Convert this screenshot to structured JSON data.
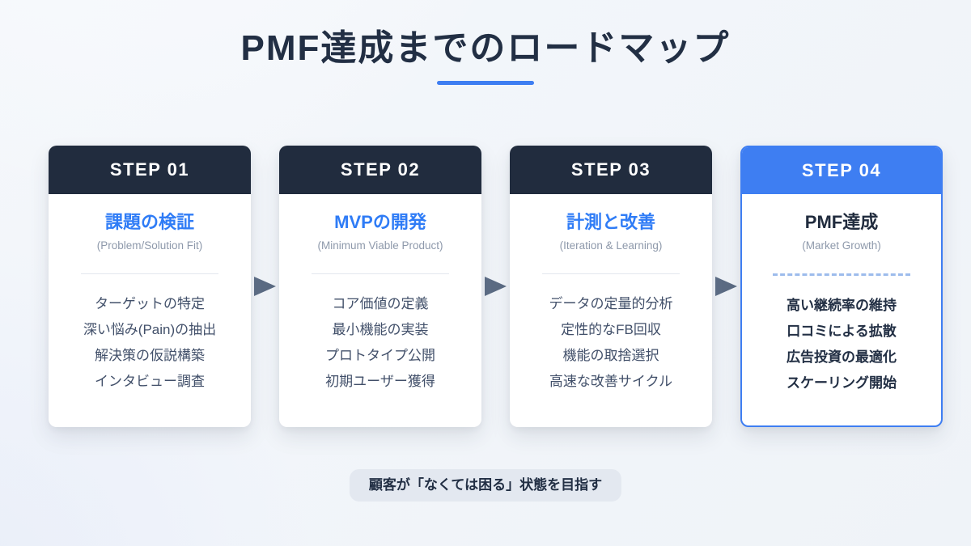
{
  "title": {
    "text": "PMF達成までのロードマップ"
  },
  "steps": [
    {
      "label": "STEP 01",
      "title": "課題の検証",
      "subtitle": "(Problem/Solution Fit)",
      "items": [
        "ターゲットの特定",
        "深い悩み(Pain)の抽出",
        "解決策の仮説構築",
        "インタビュー調査"
      ]
    },
    {
      "label": "STEP 02",
      "title": "MVPの開発",
      "subtitle": "(Minimum Viable Product)",
      "items": [
        "コア価値の定義",
        "最小機能の実装",
        "プロトタイプ公開",
        "初期ユーザー獲得"
      ]
    },
    {
      "label": "STEP 03",
      "title": "計測と改善",
      "subtitle": "(Iteration & Learning)",
      "items": [
        "データの定量的分析",
        "定性的なFB回収",
        "機能の取捨選択",
        "高速な改善サイクル"
      ]
    },
    {
      "label": "STEP 04",
      "title": "PMF達成",
      "subtitle": "(Market Growth)",
      "items": [
        "高い継続率の維持",
        "口コミによる拡散",
        "広告投資の最適化",
        "スケーリング開始"
      ],
      "highlight": true
    }
  ],
  "footer": {
    "note": "顧客が「なくては困る」状態を目指す"
  },
  "colors": {
    "accent_blue": "#3e7ef2",
    "title_blue_text": "#2f7cf6",
    "dark_navy": "#212c3e",
    "arrow_gray": "#5b6b83",
    "badge_bg": "#e3e8f0",
    "dashed_divider": "#9dbcec",
    "background": "#f2f5fa"
  }
}
